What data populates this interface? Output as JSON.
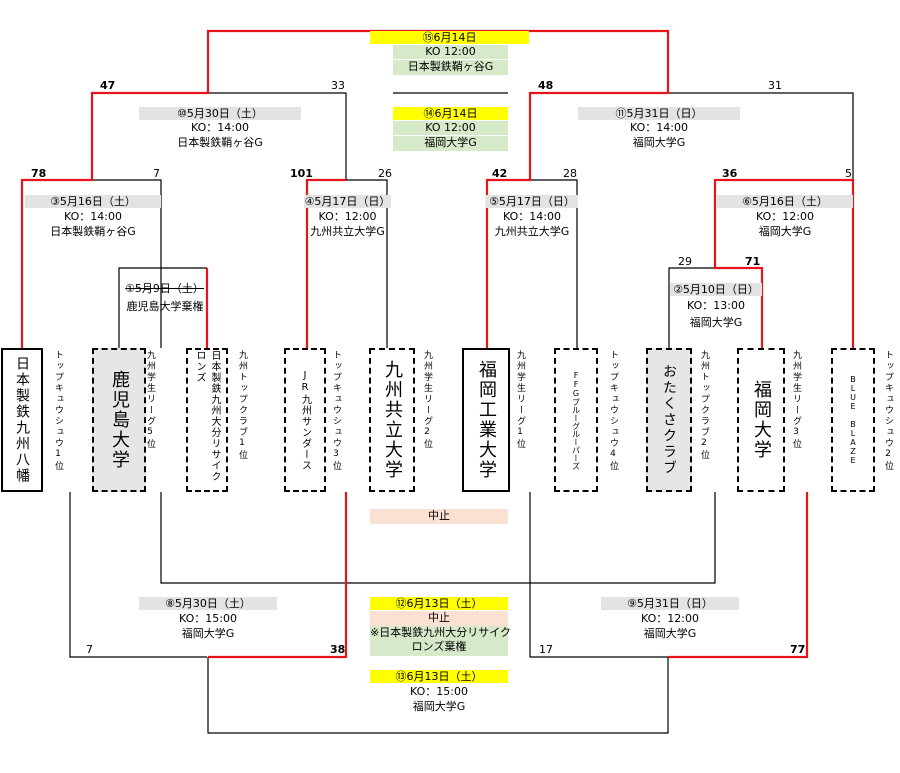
{
  "matches": {
    "m15": {
      "date": "⑮6月14日",
      "ko": "KO 12:00",
      "venue": "日本製鉄鞘ヶ谷G"
    },
    "m14": {
      "date": "⑭6月14日",
      "ko": "KO 12:00",
      "venue": "福岡大学G"
    },
    "m10": {
      "date": "⑩5月30日（土）",
      "ko": "KO：14:00",
      "venue": "日本製鉄鞘ヶ谷G"
    },
    "m11": {
      "date": "⑪5月31日（日）",
      "ko": "KO：14:00",
      "venue": "福岡大学G"
    },
    "m3": {
      "date": "③5月16日（土）",
      "ko": "KO：14:00",
      "venue": "日本製鉄鞘ヶ谷G"
    },
    "m4": {
      "date": "④5月17日（日）",
      "ko": "KO：12:00",
      "venue": "九州共立大学G"
    },
    "m5": {
      "date": "⑤5月17日（日）",
      "ko": "KO：14:00",
      "venue": "九州共立大学G"
    },
    "m6": {
      "date": "⑥5月16日（土）",
      "ko": "KO：12:00",
      "venue": "福岡大学G"
    },
    "m1": {
      "date": "①5月9日（土）",
      "note": "鹿児島大学棄権"
    },
    "m2": {
      "date": "②5月10日（日）",
      "ko": "KO：13:00",
      "venue": "福岡大学G"
    },
    "cancel_mid": {
      "text": "中止"
    },
    "m8": {
      "date": "⑧5月30日（土）",
      "ko": "KO：15:00",
      "venue": "福岡大学G"
    },
    "m9": {
      "date": "⑨5月31日（日）",
      "ko": "KO：12:00",
      "venue": "福岡大学G"
    },
    "m12": {
      "date": "⑫6月13日（土）",
      "status": "中止",
      "note1": "※日本製鉄九州大分リサイク",
      "note2": "ロンズ棄権"
    },
    "m13": {
      "date": "⑬6月13日（土）",
      "ko": "KO：15:00",
      "venue": "福岡大学G"
    }
  },
  "scores": {
    "s47": "47",
    "s33": "33",
    "s48": "48",
    "s31": "31",
    "s78": "78",
    "s7a": "7",
    "s101": "101",
    "s26": "26",
    "s42": "42",
    "s28": "28",
    "s36": "36",
    "s5": "5",
    "s29": "29",
    "s71": "71",
    "s7b": "7",
    "s38": "38",
    "s17": "17",
    "s77": "77"
  },
  "teams": [
    {
      "name": "日本製鉄九州八幡",
      "league": "トップキュウシュウ1位"
    },
    {
      "name": "鹿児島大学",
      "league": "九州学生リーグ5位"
    },
    {
      "name": "日本製鉄九州大分リサイクロンズ",
      "league": "九州トップクラブ1位"
    },
    {
      "name": "JR九州サンダース",
      "league": "トップキュウシュウ3位"
    },
    {
      "name": "九州共立大学",
      "league": "九州学生リーグ2位"
    },
    {
      "name": "福岡工業大学",
      "league": "九州学生リーグ1位"
    },
    {
      "name": "FFGブルーグルーパーズ",
      "league": "トップキュウシュウ4位"
    },
    {
      "name": "おたくさクラブ",
      "league": "九州トップクラブ2位"
    },
    {
      "name": "福岡大学",
      "league": "九州学生リーグ3位"
    },
    {
      "name": "BLUE BLAZE",
      "league": "トップキュウシュウ2位"
    }
  ],
  "colors": {
    "win": "#e8141b",
    "line": "#000000",
    "yellow": "#ffff00",
    "green": "#d6e9c9",
    "gray": "#e3e3e3",
    "pink": "#fbe1d4"
  }
}
